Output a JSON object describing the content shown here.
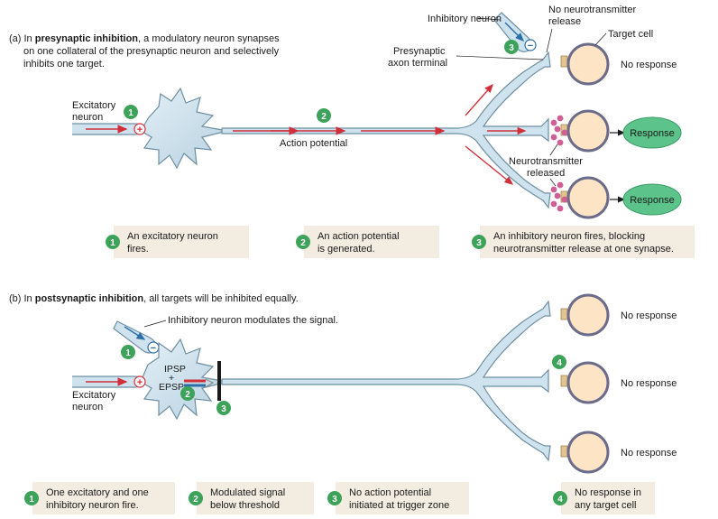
{
  "colors": {
    "neuron_fill": "#cfe3ee",
    "neuron_stroke": "#6e8fa3",
    "signal_red": "#d1303a",
    "step_green": "#3ea35a",
    "response_green": "#5cc48a",
    "target_fill": "#fde4c4",
    "vesicle": "#d05f96",
    "caption_bg": "#f2ece1"
  },
  "part_a": {
    "heading_prefix": "(a) In ",
    "heading_bold": "presynaptic inhibition",
    "heading_line1_rest": ", a modulatory neuron synapses",
    "heading_line2": "on one collateral of the presynaptic neuron and selectively",
    "heading_line3": "inhibits one target.",
    "labels": {
      "excitatory_line1": "Excitatory",
      "excitatory_line2": "neuron",
      "action_potential": "Action potential",
      "inhibitory_neuron": "Inhibitory neuron",
      "no_nt_line1": "No neurotransmitter",
      "no_nt_line2": "release",
      "presynaptic_line1": "Presynaptic",
      "presynaptic_line2": "axon terminal",
      "target_cell": "Target cell",
      "no_response": "No response",
      "nt_released_line1": "Neurotransmitter",
      "nt_released_line2": "released",
      "response_1": "Response",
      "response_2": "Response"
    },
    "markers": {
      "plus": "+",
      "minus": "−"
    },
    "steps": [
      "1",
      "2",
      "3"
    ],
    "captions": [
      {
        "num": "1",
        "line1": "An excitatory neuron",
        "line2": "fires."
      },
      {
        "num": "2",
        "line1": "An action potential",
        "line2": "is generated."
      },
      {
        "num": "3",
        "line1": "An inhibitory neuron fires, blocking",
        "line2": "neurotransmitter release at one synapse."
      }
    ]
  },
  "part_b": {
    "heading_prefix": "(b) In ",
    "heading_bold": "postsynaptic inhibition",
    "heading_rest": ", all targets will be inhibited equally.",
    "labels": {
      "inhibitory_modulates": "Inhibitory neuron modulates the signal.",
      "ipsp": "IPSP",
      "plus_sign": "+",
      "epsp": "EPSP",
      "excitatory_line1": "Excitatory",
      "excitatory_line2": "neuron",
      "no_response_1": "No response",
      "no_response_2": "No response",
      "no_response_3": "No response"
    },
    "markers": {
      "plus": "+",
      "minus": "−"
    },
    "steps": [
      "1",
      "2",
      "3",
      "4"
    ],
    "captions": [
      {
        "num": "1",
        "line1": "One excitatory and one",
        "line2": "inhibitory neuron fire."
      },
      {
        "num": "2",
        "line1": "Modulated signal",
        "line2": "below threshold"
      },
      {
        "num": "3",
        "line1": "No action potential",
        "line2": "initiated at trigger zone"
      },
      {
        "num": "4",
        "line1": "No response in",
        "line2": "any target cell"
      }
    ]
  }
}
